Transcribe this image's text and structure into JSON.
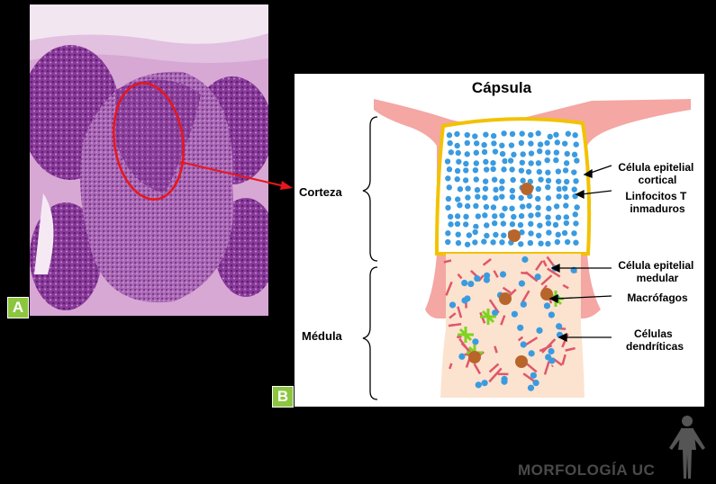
{
  "panel_a": {
    "tag": "A"
  },
  "panel_b": {
    "tag": "B",
    "title": "Cápsula",
    "region_labels": {
      "cortex": "Corteza",
      "medulla": "Médula"
    },
    "annotations": [
      {
        "lines": [
          "Célula epitelial",
          "cortical"
        ]
      },
      {
        "lines": [
          "Linfocitos T",
          "inmaduros"
        ]
      },
      {
        "lines": [
          "Célula epitelial",
          "medular"
        ]
      },
      {
        "lines": [
          "Macrófagos"
        ]
      },
      {
        "lines": [
          "Células",
          "dendríticas"
        ]
      }
    ]
  },
  "colors": {
    "capsule": "#f4a7a3",
    "cortex_border": "#f2c200",
    "lymphocyte": "#3a9be0",
    "medullary_cell": "#e0566a",
    "macrophage": "#b8652c",
    "dendritic": "#7ed321",
    "medulla_bg": "#fbe3cf",
    "pointer": "#e8161c",
    "tag_bg": "#8cc63f"
  },
  "watermark": "MORFOLOGÍA UC"
}
